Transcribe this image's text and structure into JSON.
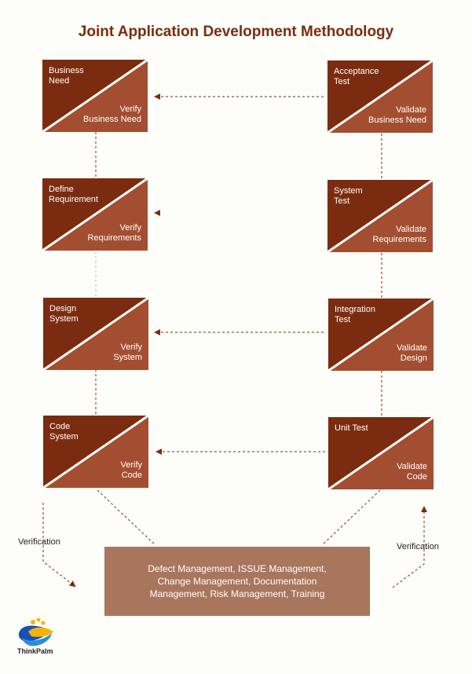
{
  "title": "Joint Application Development Methodology",
  "left_boxes": [
    {
      "top": "Business\nNeed",
      "bottom": "Verify\nBusiness Need"
    },
    {
      "top": "Define\nRequirement",
      "bottom": "Verify\nRequirements"
    },
    {
      "top": "Design\nSystem",
      "bottom": "Verify\nSystem"
    },
    {
      "top": "Code\nSystem",
      "bottom": "Verify\nCode"
    }
  ],
  "right_boxes": [
    {
      "top": "Acceptance\nTest",
      "bottom": "Validate\nBusiness Need"
    },
    {
      "top": "System\nTest",
      "bottom": "Validate\nRequirements"
    },
    {
      "top": "Integration\nTest",
      "bottom": "Validate\nDesign"
    },
    {
      "top": "Unit Test",
      "bottom": "Validate\nCode"
    }
  ],
  "defect_box": "Defect Management, ISSUE Management, Change Management, Documentation Management, Risk Management, Training",
  "verification_left": "Verification",
  "verification_right": "Verification",
  "logo_text": "ThinkPalm",
  "colors": {
    "dark": "#7b2c10",
    "light": "#a34e30",
    "defect": "#a8765c",
    "title": "#7b2c10"
  }
}
